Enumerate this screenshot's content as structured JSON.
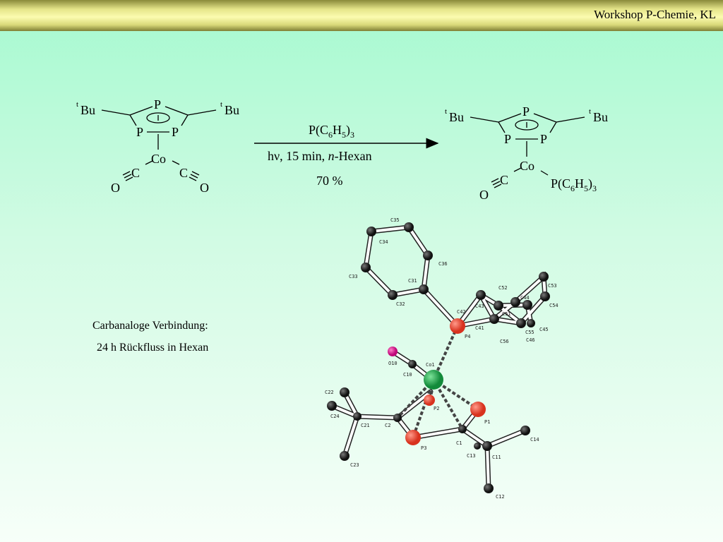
{
  "header": {
    "title": "Workshop P-Chemie, KL"
  },
  "reaction": {
    "reactant": {
      "tbu_sup": "t",
      "tbu": "Bu",
      "p": "P",
      "co": "Co",
      "c": "C",
      "o": "O"
    },
    "conditions": {
      "line1": "P(C6H5)3",
      "line2": "hν, 15 min, n-Hexan",
      "line3": "70 %"
    },
    "product": {
      "tbu_sup": "t",
      "tbu": "Bu",
      "p": "P",
      "co": "Co",
      "c": "C",
      "o": "O",
      "ligand": "P(C6H5)3"
    }
  },
  "note": {
    "line1": "Carbanaloge Verbindung:",
    "line2": "24 h Rückfluss in Hexan"
  },
  "crystal_labels": {
    "c35": "C35",
    "c34": "C34",
    "c33": "C33",
    "c36": "C36",
    "c31": "C31",
    "c32": "C32",
    "c52": "C52",
    "c53": "C53",
    "c43": "C43",
    "c44": "C44",
    "c42": "C42",
    "c54": "C54",
    "c51": "C51",
    "c41": "C41",
    "c45": "C45",
    "c55": "C55",
    "c46": "C46",
    "c56": "C56",
    "p4": "P4",
    "o10": "O10",
    "c10": "C10",
    "co1": "Co1",
    "c22": "C22",
    "c24": "C24",
    "c21": "C21",
    "c2": "C2",
    "p2": "P2",
    "p1": "P1",
    "c1": "C1",
    "p3": "P3",
    "c13": "C13",
    "c11": "C11",
    "c14": "C14",
    "c23": "C23",
    "c12": "C12"
  },
  "colors": {
    "phosphorus": "#e8412c",
    "cobalt": "#1fa34a",
    "oxygen": "#e0108a",
    "carbon": "#222222"
  }
}
